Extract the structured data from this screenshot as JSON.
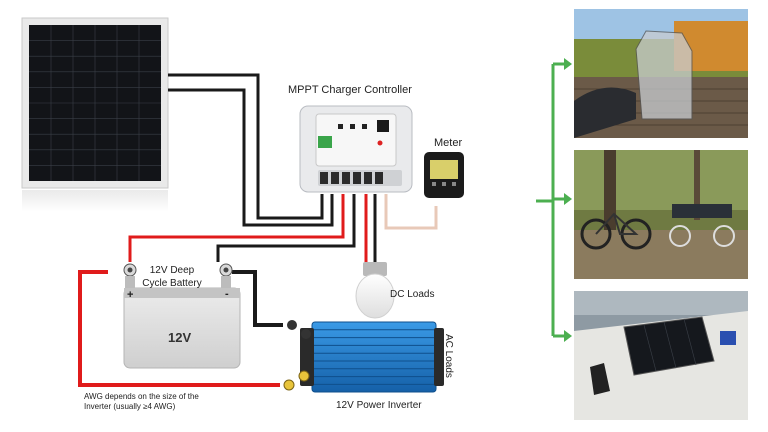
{
  "labels": {
    "controller": "MPPT Charger Controller",
    "meter": "Meter",
    "battery": "12V Deep Cycle Battery",
    "battery_voltage": "12V",
    "dc_loads": "DC Loads",
    "ac_loads": "AC Loads",
    "inverter": "12V Power Inverter",
    "awg_note": "AWG depends on the size of the Inverter (usually ≥4 AWG)",
    "battery_pos": "+",
    "battery_neg": "-"
  },
  "colors": {
    "positive_wire": "#e01b1b",
    "negative_wire": "#1a1a1a",
    "meter_wire": "#e8c9b8",
    "arrow_green": "#4caf50",
    "inverter_blue": "#1f7fd1"
  },
  "photos": [
    {
      "name": "photo-greenhouse"
    },
    {
      "name": "photo-bike-trailer"
    },
    {
      "name": "photo-boat-deck"
    }
  ]
}
